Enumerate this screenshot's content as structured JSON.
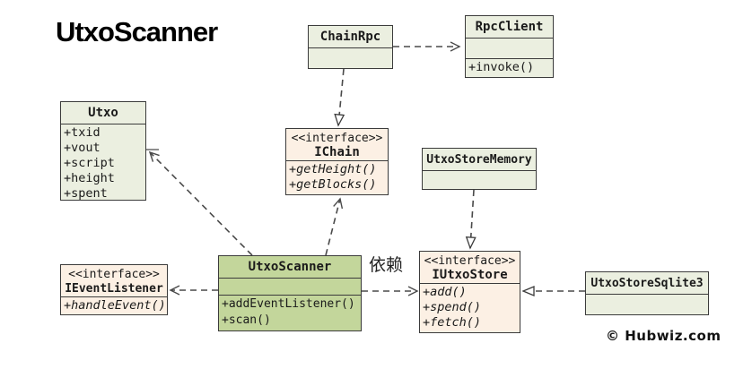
{
  "page_title": "UtxoScanner",
  "watermark": "© Hubwiz.com",
  "labels": {
    "dependency_zh": "依赖"
  },
  "classes": {
    "chain_rpc": {
      "name": "ChainRpc"
    },
    "rpc_client": {
      "name": "RpcClient",
      "methods": [
        "+invoke()"
      ]
    },
    "utxo": {
      "name": "Utxo",
      "attributes": [
        "+txid",
        "+vout",
        "+script",
        "+height",
        "+spent"
      ]
    },
    "ichain": {
      "stereotype": "<<interface>>",
      "name": "IChain",
      "methods": [
        "+getHeight()",
        "+getBlocks()"
      ]
    },
    "utxo_store_memory": {
      "name": "UtxoStoreMemory"
    },
    "ievent_listener": {
      "stereotype": "<<interface>>",
      "name": "IEventListener",
      "methods": [
        "+handleEvent()"
      ]
    },
    "utxo_scanner": {
      "name": "UtxoScanner",
      "methods": [
        "+addEventListener()",
        "+scan()"
      ]
    },
    "iutxo_store": {
      "stereotype": "<<interface>>",
      "name": "IUtxoStore",
      "methods": [
        "+add()",
        "+spend()",
        "+fetch()"
      ]
    },
    "utxo_store_sqlite3": {
      "name": "UtxoStoreSqlite3"
    }
  },
  "colors": {
    "class_fill": "#ebefe0",
    "interface_fill": "#fcf0e4",
    "highlight_fill": "#c3d69b",
    "border": "#3b3b3b",
    "connector": "#4a4a4a"
  }
}
